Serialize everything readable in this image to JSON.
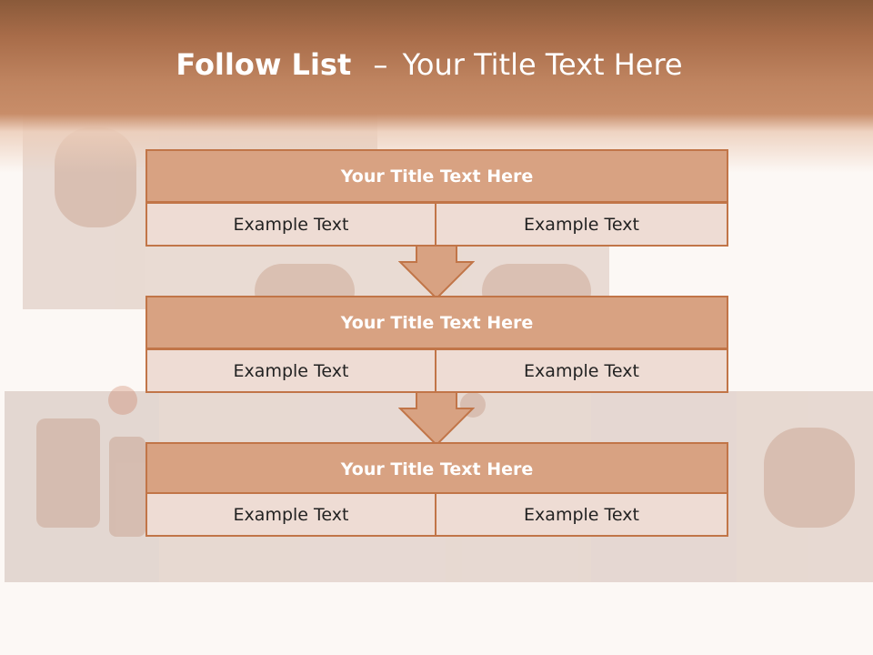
{
  "slide": {
    "title_bold": "Follow List",
    "title_sep": "–",
    "title_rest": "Your Title Text Here"
  },
  "blocks": [
    {
      "title": "Your Title Text Here",
      "cells": [
        "Example Text",
        "Example Text"
      ]
    },
    {
      "title": "Your Title Text Here",
      "cells": [
        "Example Text",
        "Example Text"
      ]
    },
    {
      "title": "Your Title Text Here",
      "cells": [
        "Example Text",
        "Example Text"
      ]
    }
  ],
  "colors": {
    "header_band": "#bf8460",
    "block_title_fill": "#d8a282",
    "block_cell_fill": "#eedcd4",
    "border": "#c17548",
    "arrow_fill": "#d8a282"
  }
}
